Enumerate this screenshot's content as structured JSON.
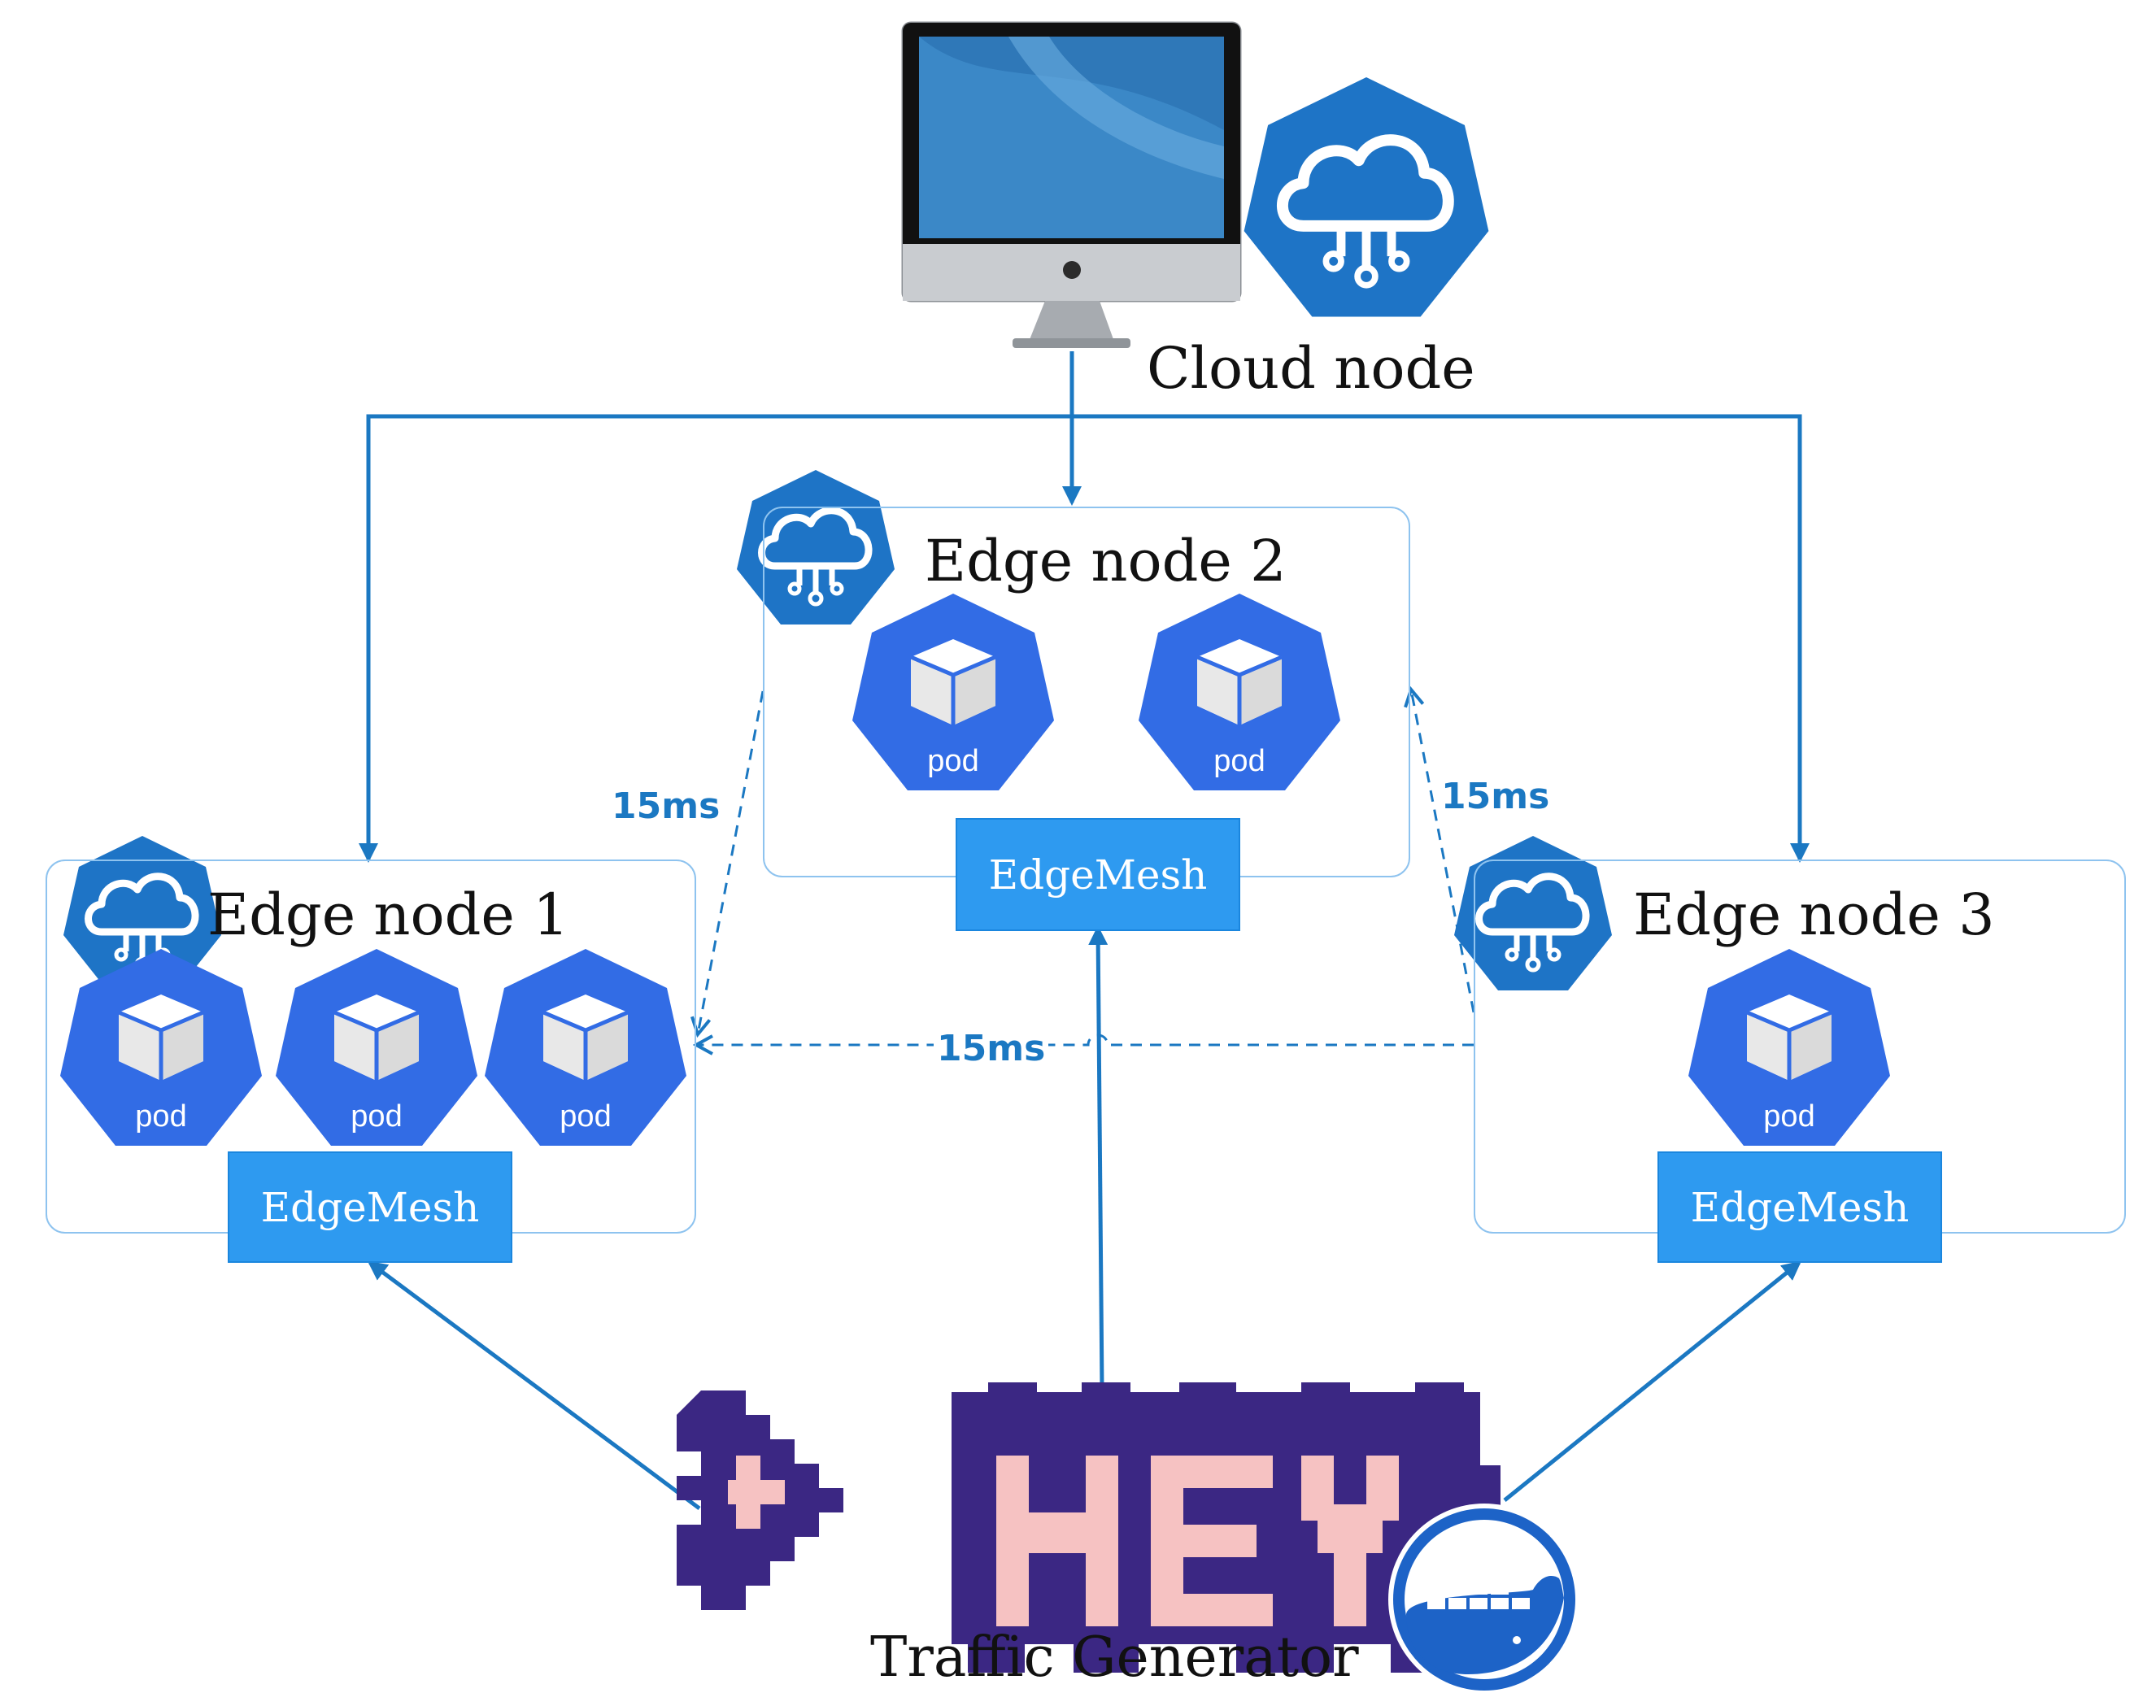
{
  "cloud": {
    "label": "Cloud node"
  },
  "edge_nodes": [
    {
      "title": "Edge node 1",
      "pods": [
        "pod",
        "pod",
        "pod"
      ],
      "mesh_label": "EdgeMesh"
    },
    {
      "title": "Edge node 2",
      "pods": [
        "pod",
        "pod"
      ],
      "mesh_label": "EdgeMesh"
    },
    {
      "title": "Edge node 3",
      "pods": [
        "pod"
      ],
      "mesh_label": "EdgeMesh"
    }
  ],
  "latencies": {
    "n2_n1": "15ms",
    "n3_n2": "15ms",
    "n3_n1": "15ms"
  },
  "generator": {
    "logo_text": "HEY",
    "label": "Traffic Generator"
  },
  "colors": {
    "arrow": "#1b78c2",
    "k8s_blue": "#1e74c6",
    "pod_blue": "#326ce5",
    "mesh_blue": "#2e9af0",
    "hey_purple": "#3b2783",
    "hey_pink": "#f6c2c2",
    "docker_blue": "#1d63c7"
  },
  "icons": [
    "imac-monitor-icon",
    "kubernetes-cloud-icon",
    "pod-cube-icon",
    "hey-logo",
    "docker-whale-icon"
  ]
}
